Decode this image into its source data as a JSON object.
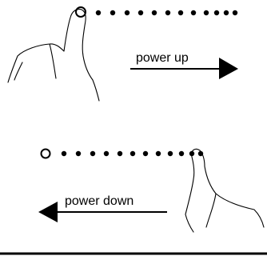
{
  "panels": [
    {
      "label": "power up",
      "direction": "right"
    },
    {
      "label": "power down",
      "direction": "left"
    }
  ],
  "colors": {
    "ink": "#000000",
    "background": "#ffffff"
  },
  "icons": [
    "finger-hand-icon",
    "arrow-right-icon",
    "arrow-left-icon",
    "open-circle-icon",
    "dot-icon"
  ]
}
